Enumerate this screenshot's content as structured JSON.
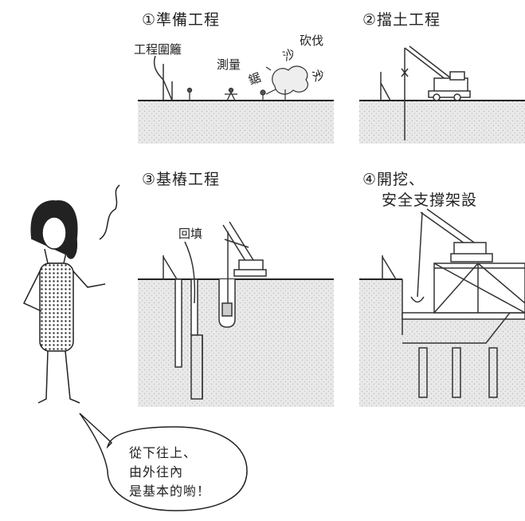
{
  "steps": [
    {
      "number": "①",
      "title": "準備工程"
    },
    {
      "number": "②",
      "title": "擋土工程"
    },
    {
      "number": "③",
      "title": "基樁工程"
    },
    {
      "number": "④",
      "title": "開挖、",
      "title_line2": "安全支撐架設"
    }
  ],
  "annotations": {
    "fence": "工程圍籬",
    "survey": "測量",
    "felling": "砍伐",
    "saw": "鋸",
    "sound1": "沙",
    "sound2": "沙",
    "backfill": "回填"
  },
  "speech_bubble": {
    "line1": "從下往上、",
    "line2": "由外往內",
    "line3": "是基本的喲！"
  }
}
